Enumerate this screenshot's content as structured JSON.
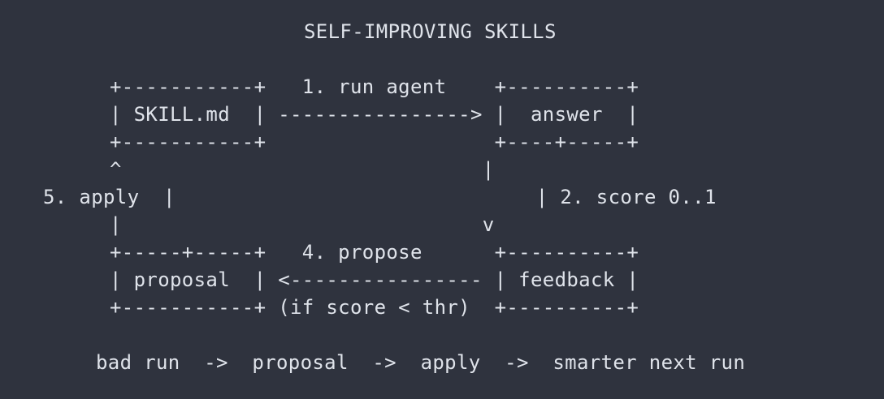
{
  "lines": [
    "               SELF-IMPROVING SKILLS",
    "",
    "   +-----------+   1. run agent    +----------+",
    "   | SKILL.md  | ----------------> |  answer  |",
    "   +-----------+                   +----+-----+",
    "         ^                              |",
    "5. apply  |                              | 2. score 0..1",
    "         |                              v",
    "   +-----+-----+   4. propose      +----------+",
    "   | proposal  | <---------------- | feedback |",
    "   +-----------+ (if score < thr)  +----------+",
    "",
    "  bad run  ->  proposal  ->  apply  ->  smarter next run"
  ]
}
